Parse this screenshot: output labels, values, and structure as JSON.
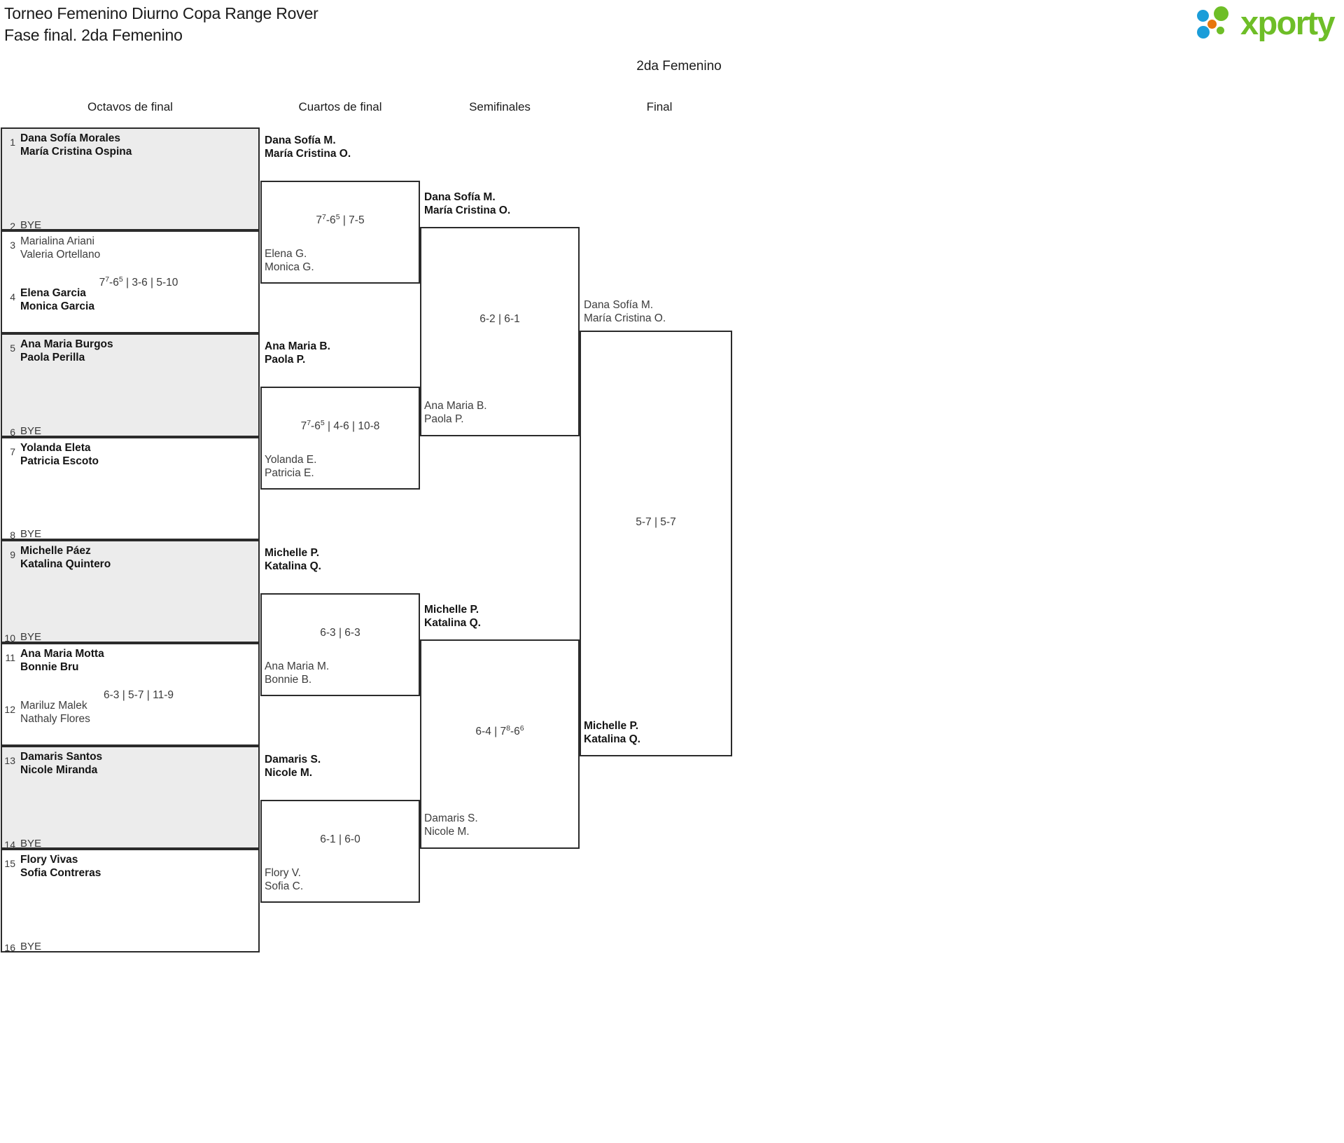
{
  "header": {
    "title_line1": "Torneo Femenino Diurno Copa Range Rover",
    "title_line2": "Fase final. 2da Femenino",
    "brand": "xporty"
  },
  "category_title": "2da Femenino",
  "rounds": [
    {
      "label": "Octavos de final"
    },
    {
      "label": "Cuartos de final"
    },
    {
      "label": "Semifinales"
    },
    {
      "label": "Final"
    }
  ],
  "round1": {
    "seeds": [
      {
        "num": "1",
        "p1": "Dana Sofía Morales",
        "p2": "María Cristina Ospina",
        "winner": true,
        "bye": ""
      },
      {
        "num": "2",
        "p1": "",
        "p2": "",
        "winner": false,
        "bye": "BYE"
      },
      {
        "num": "3",
        "p1": "Marialina Ariani",
        "p2": "Valeria Ortellano",
        "winner": false,
        "bye": ""
      },
      {
        "num": "4",
        "p1": "Elena Garcia",
        "p2": "Monica Garcia",
        "winner": true,
        "bye": ""
      },
      {
        "num": "5",
        "p1": "Ana Maria Burgos",
        "p2": "Paola Perilla",
        "winner": true,
        "bye": ""
      },
      {
        "num": "6",
        "p1": "",
        "p2": "",
        "winner": false,
        "bye": "BYE"
      },
      {
        "num": "7",
        "p1": "Yolanda Eleta",
        "p2": "Patricia Escoto",
        "winner": true,
        "bye": ""
      },
      {
        "num": "8",
        "p1": "",
        "p2": "",
        "winner": false,
        "bye": "BYE"
      },
      {
        "num": "9",
        "p1": "Michelle Páez",
        "p2": "Katalina Quintero",
        "winner": true,
        "bye": ""
      },
      {
        "num": "10",
        "p1": "",
        "p2": "",
        "winner": false,
        "bye": "BYE"
      },
      {
        "num": "11",
        "p1": "Ana Maria Motta",
        "p2": "Bonnie Bru",
        "winner": true,
        "bye": ""
      },
      {
        "num": "12",
        "p1": "Mariluz Malek",
        "p2": "Nathaly Flores",
        "winner": false,
        "bye": ""
      },
      {
        "num": "13",
        "p1": "Damaris Santos",
        "p2": "Nicole Miranda",
        "winner": true,
        "bye": ""
      },
      {
        "num": "14",
        "p1": "",
        "p2": "",
        "winner": false,
        "bye": "BYE"
      },
      {
        "num": "15",
        "p1": "Flory Vivas",
        "p2": "Sofia Contreras",
        "winner": true,
        "bye": ""
      },
      {
        "num": "16",
        "p1": "",
        "p2": "",
        "winner": false,
        "bye": "BYE"
      }
    ],
    "scores": [
      {
        "match": "3-4",
        "text": "7⁷-6⁵ | 3-6 | 5-10"
      },
      {
        "match": "11-12",
        "text": "6-3 | 5-7 | 11-9"
      }
    ]
  },
  "round2": {
    "matches": [
      {
        "top": {
          "p1": "Dana Sofía M.",
          "p2": "María Cristina O.",
          "winner": true
        },
        "bottom": {
          "p1": "Elena G.",
          "p2": "Monica G.",
          "winner": false
        },
        "score": "7⁷-6⁵ | 7-5"
      },
      {
        "top": {
          "p1": "Ana Maria B.",
          "p2": "Paola P.",
          "winner": true
        },
        "bottom": {
          "p1": "Yolanda E.",
          "p2": "Patricia E.",
          "winner": false
        },
        "score": "7⁷-6⁵ | 4-6 | 10-8"
      },
      {
        "top": {
          "p1": "Michelle P.",
          "p2": "Katalina Q.",
          "winner": true
        },
        "bottom": {
          "p1": "Ana Maria M.",
          "p2": "Bonnie B.",
          "winner": false
        },
        "score": "6-3 | 6-3"
      },
      {
        "top": {
          "p1": "Damaris S.",
          "p2": "Nicole M.",
          "winner": true
        },
        "bottom": {
          "p1": "Flory V.",
          "p2": "Sofia C.",
          "winner": false
        },
        "score": "6-1 | 6-0"
      }
    ]
  },
  "round3": {
    "matches": [
      {
        "top": {
          "p1": "Dana Sofía M.",
          "p2": "María Cristina O.",
          "winner": true
        },
        "bottom": {
          "p1": "Ana Maria B.",
          "p2": "Paola P.",
          "winner": false
        },
        "score": "6-2 | 6-1"
      },
      {
        "top": {
          "p1": "Michelle P.",
          "p2": "Katalina Q.",
          "winner": true
        },
        "bottom": {
          "p1": "Damaris S.",
          "p2": "Nicole M.",
          "winner": false
        },
        "score": "6-4 | 7⁸-6⁶"
      }
    ]
  },
  "round4": {
    "match": {
      "top": {
        "p1": "Dana Sofía M.",
        "p2": "María Cristina O.",
        "winner": false
      },
      "bottom": {
        "p1": "Michelle P.",
        "p2": "Katalina Q.",
        "winner": true
      },
      "score": "5-7 | 5-7"
    }
  }
}
